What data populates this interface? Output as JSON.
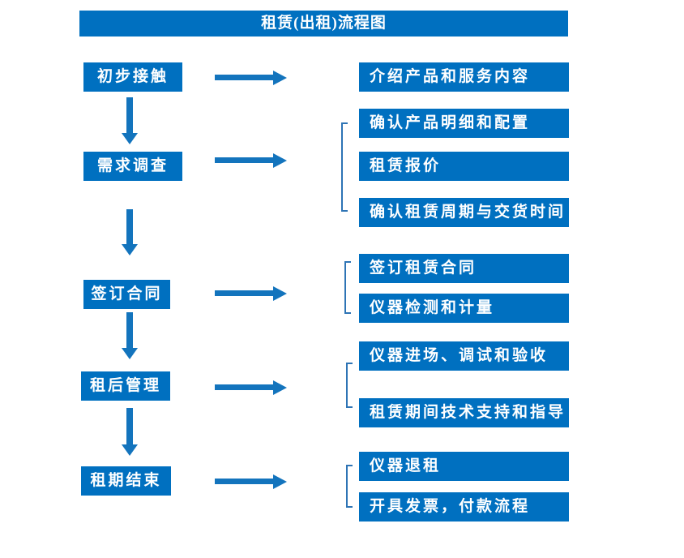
{
  "title": "租赁(出租)流程图",
  "colors": {
    "box_blue": "#0070c0",
    "arrow_blue": "#1374bd",
    "bracket_blue": "#2e74b5",
    "text_white": "#ffffff"
  },
  "flow": [
    {
      "step": "初步接触",
      "details": [
        "介绍产品和服务内容"
      ]
    },
    {
      "step": "需求调查",
      "details": [
        "确认产品明细和配置",
        "租赁报价",
        "确认租赁周期与交货时间"
      ]
    },
    {
      "step": "签订合同",
      "details": [
        "签订租赁合同",
        "仪器检测和计量"
      ]
    },
    {
      "step": "租后管理",
      "details": [
        "仪器进场、调试和验收",
        "租赁期间技术支持和指导"
      ]
    },
    {
      "step": "租期结束",
      "details": [
        "仪器退租",
        "开具发票，付款流程"
      ]
    }
  ]
}
